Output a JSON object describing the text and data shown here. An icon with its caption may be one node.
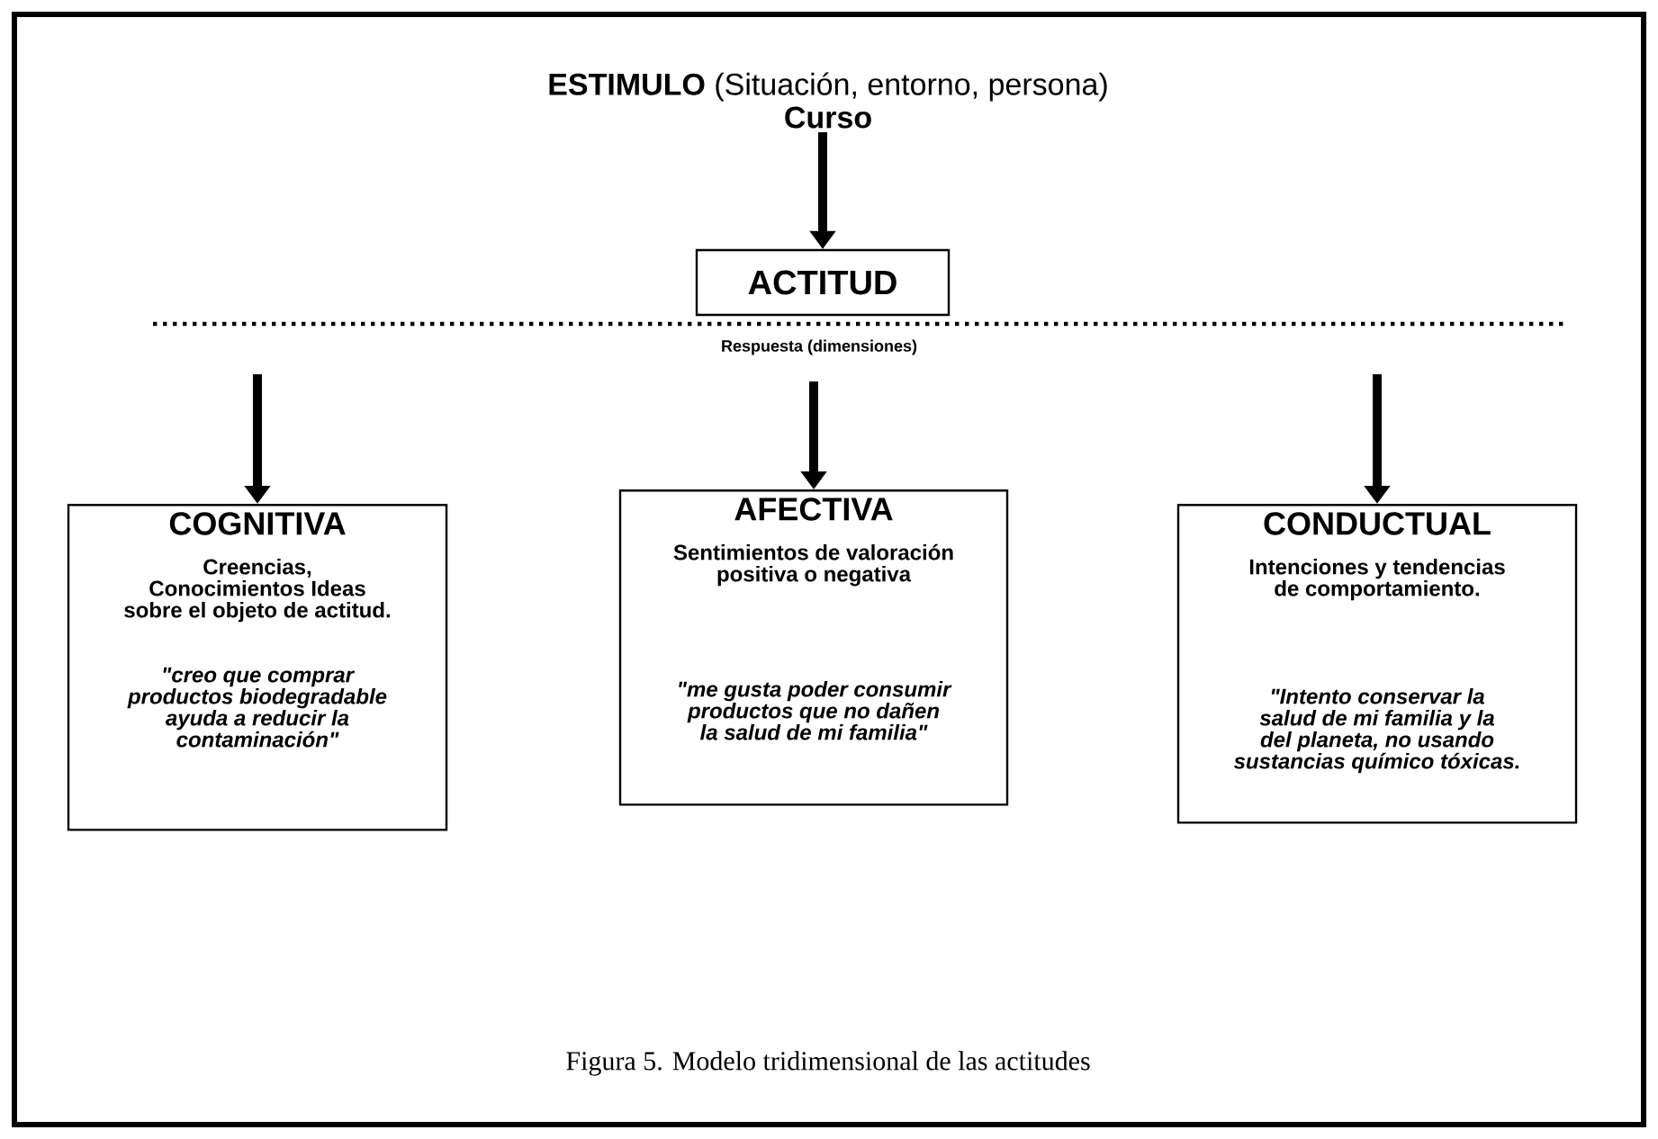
{
  "diagram": {
    "caption": "Figura 5. Modelo tridimensional de las actitudes",
    "nodes": [
      {
        "text": [
          "**ESTIMULO** (Situación, entorno, persona)",
          "Curso"
        ]
      },
      {
        "text": [
          "ACTITUD"
        ]
      },
      {
        "text": [
          "COGNITIVA",
          "Creencias, Conocimientos Ideas sobre el objeto de actitud.",
          "\"creo que comprar productos biodegradable ayuda a reducir la contaminación\""
        ]
      },
      {
        "text": [
          "AFECTIVA",
          "Sentimientos de valoración positiva o negativa",
          "\"me gusta poder consumir productos que no dañen la salud de mi familia\""
        ]
      },
      {
        "text": [
          "CONDUCTUAL",
          "Intenciones y tendencias de comportamiento.",
          "\"Intento conservar la salud de mi familia y la del planeta, no usando sustancias químico tóxicas."
        ]
      }
    ],
    "edges": [
      {
        "from": 0,
        "to": 1,
        "arrow": "to"
      },
      {
        "from": null,
        "to": 2,
        "arrow": "to"
      },
      {
        "from": null,
        "to": 3,
        "arrow": "to"
      },
      {
        "from": null,
        "to": 4,
        "arrow": "to"
      }
    ],
    "labels": [
      "Respuesta (dimensiones)"
    ]
  }
}
